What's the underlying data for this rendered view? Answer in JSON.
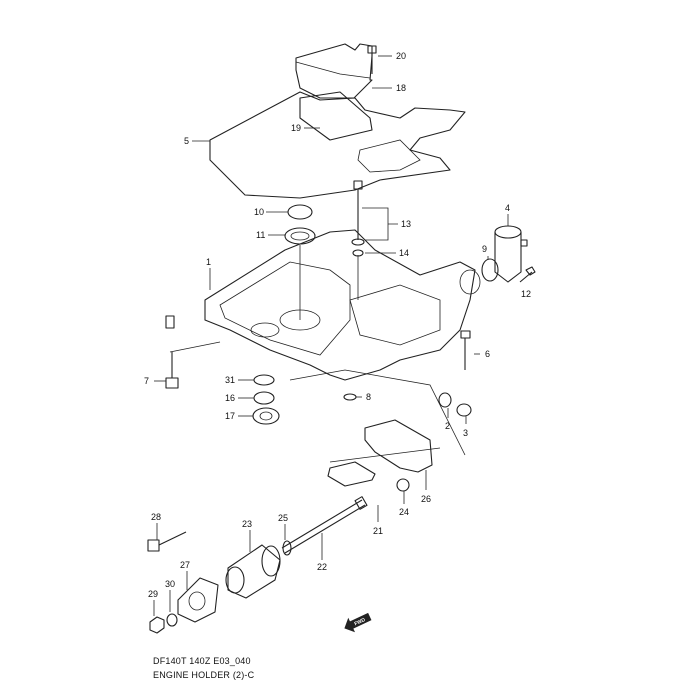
{
  "diagram": {
    "code": "DF140T 140Z E03_040",
    "title": "ENGINE HOLDER (2)-C",
    "forward_marker": "FWD",
    "labels": {
      "p1": "1",
      "p2": "2",
      "p3": "3",
      "p4": "4",
      "p5": "5",
      "p6": "6",
      "p7": "7",
      "p8": "8",
      "p9": "9",
      "p10": "10",
      "p11": "11",
      "p12": "12",
      "p13": "13",
      "p14": "14",
      "p16": "16",
      "p17": "17",
      "p18": "18",
      "p19": "19",
      "p20": "20",
      "p21": "21",
      "p22": "22",
      "p23": "23",
      "p24": "24",
      "p25": "25",
      "p26": "26",
      "p27": "27",
      "p28": "28",
      "p29": "29",
      "p30": "30",
      "p31": "31"
    }
  }
}
